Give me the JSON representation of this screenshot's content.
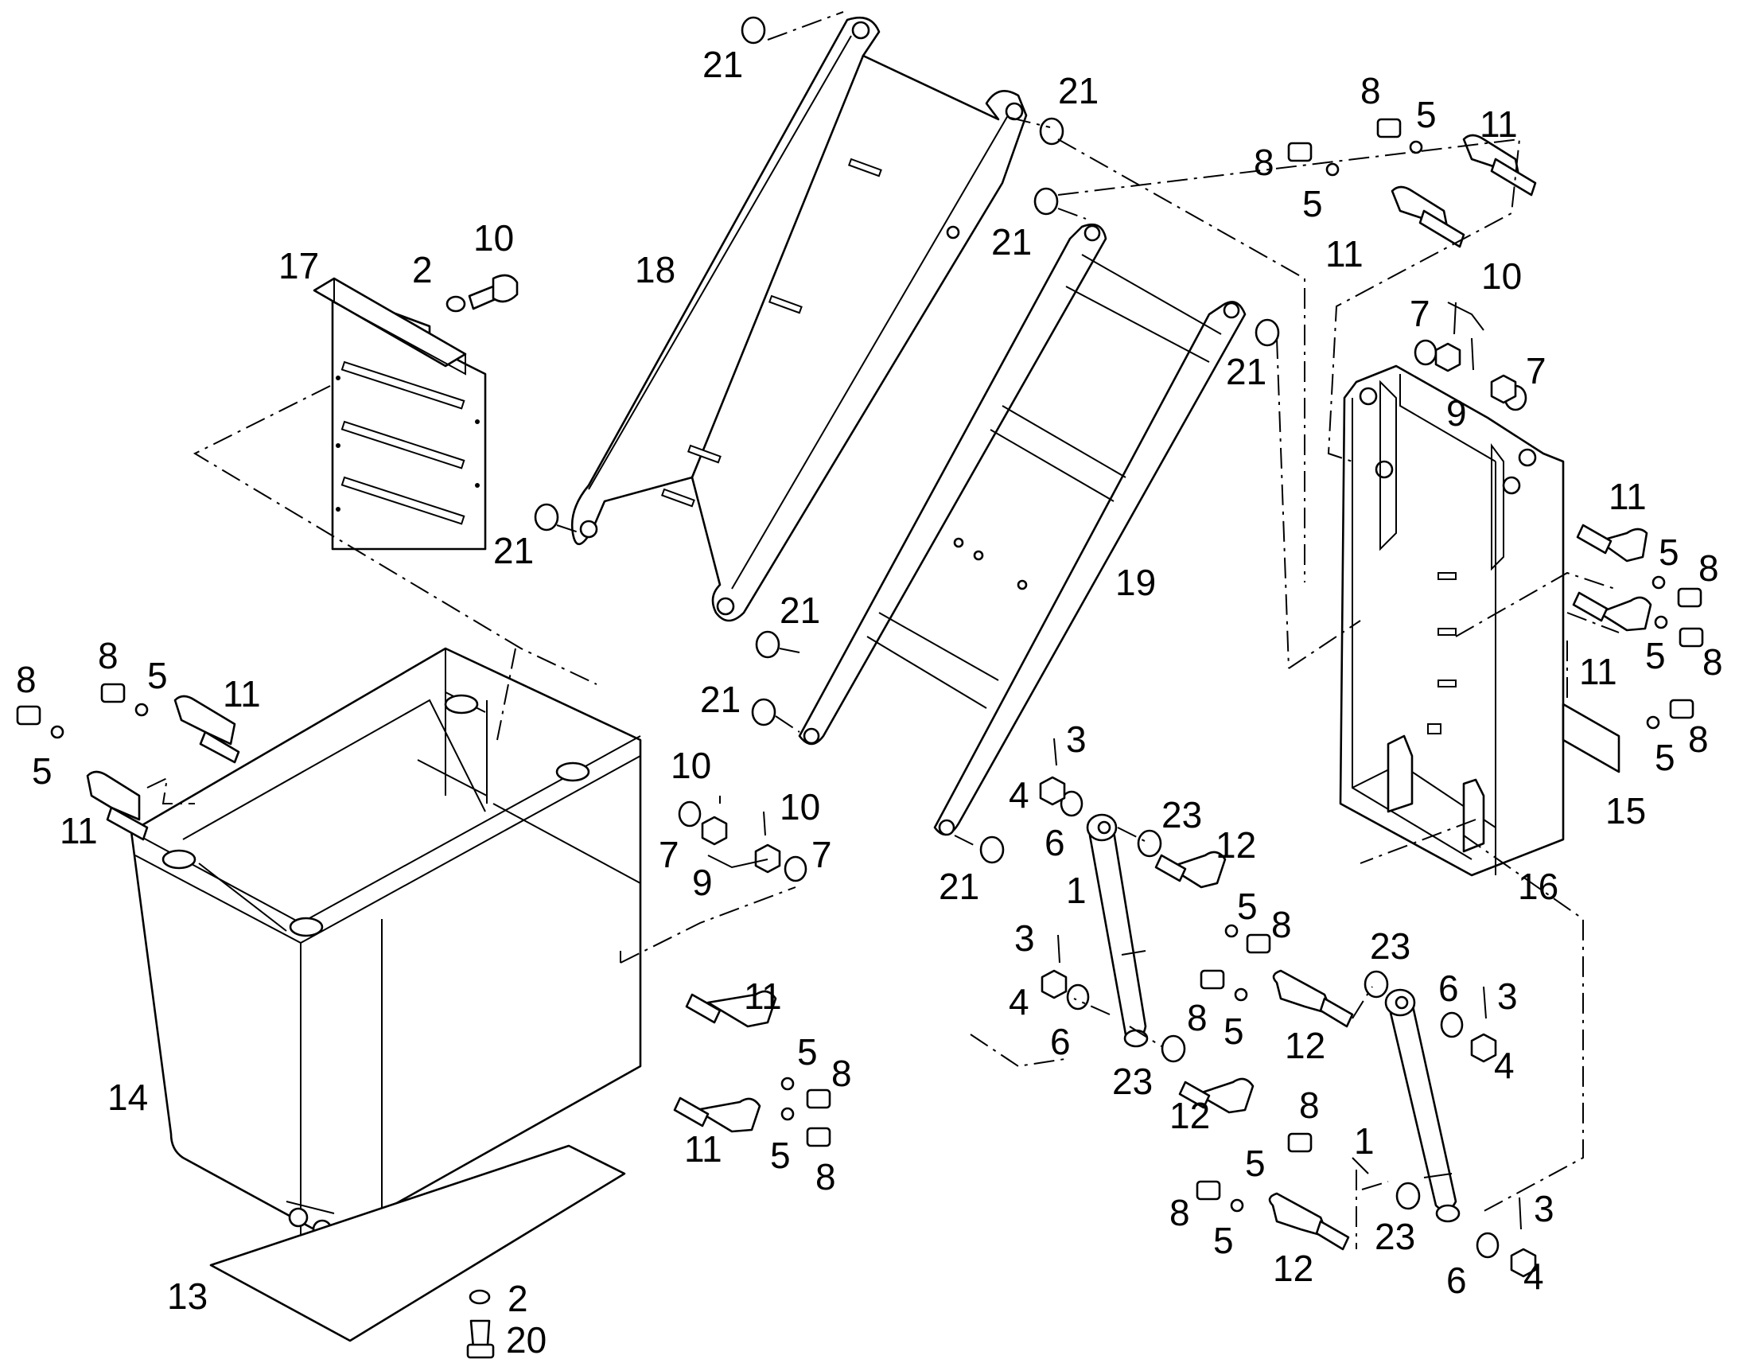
{
  "callouts": {
    "n1": "1",
    "n2": "2",
    "n3": "3",
    "n4": "4",
    "n5": "5",
    "n6": "6",
    "n7": "7",
    "n8": "8",
    "n9": "9",
    "n10": "10",
    "n11": "11",
    "n12": "12",
    "n13": "13",
    "n14": "14",
    "n15": "15",
    "n16": "16",
    "n17": "17",
    "n18": "18",
    "n19": "19",
    "n20": "20",
    "n21": "21",
    "n23": "23"
  },
  "colors": {
    "line": "#000000",
    "background": "#ffffff"
  }
}
